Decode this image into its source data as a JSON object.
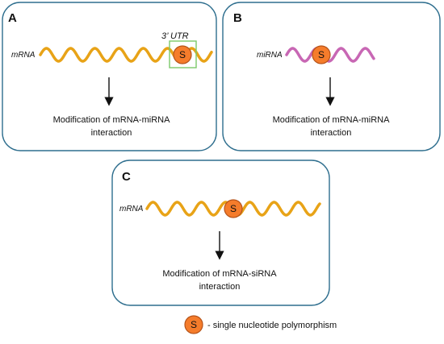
{
  "colors": {
    "panel_border": "#2e6e8e",
    "mrna_strand": "#e8a317",
    "mirna_strand": "#c867b4",
    "snp_fill": "#f57c2b",
    "snp_stroke": "#b5531a",
    "utr_box": "#7cc96a",
    "text": "#111111"
  },
  "panels": {
    "a": {
      "letter": "A",
      "strand_label": "mRNA",
      "region_label": "3’ UTR",
      "snp_letter": "S",
      "caption_line1": "Modification of mRNA-miRNA",
      "caption_line2": "interaction"
    },
    "b": {
      "letter": "B",
      "strand_label": "miRNA",
      "snp_letter": "S",
      "caption_line1": "Modification of mRNA-miRNA",
      "caption_line2": "interaction"
    },
    "c": {
      "letter": "C",
      "strand_label": "mRNA",
      "snp_letter": "S",
      "caption_line1": "Modification of mRNA-siRNA",
      "caption_line2": "interaction"
    }
  },
  "legend": {
    "snp_letter": "S",
    "text": "- single nucleotide polymorphism"
  }
}
